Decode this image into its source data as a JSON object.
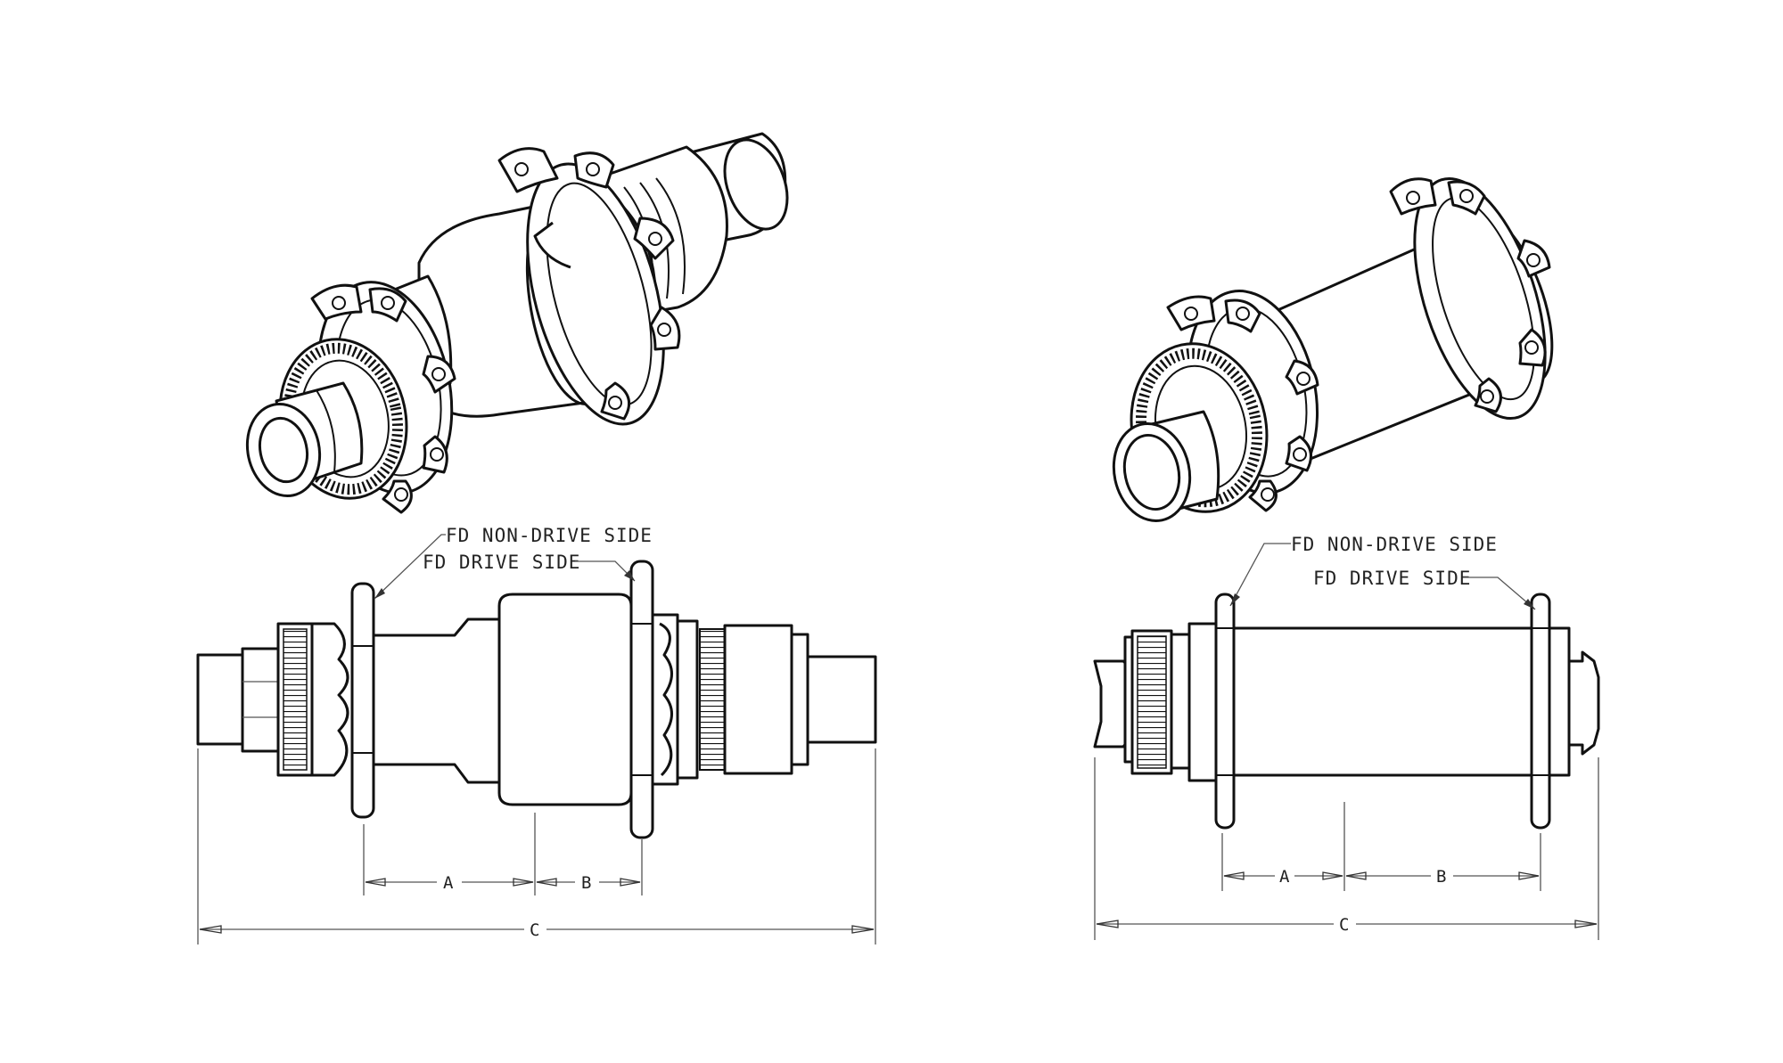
{
  "rear_hub": {
    "labels": {
      "non_drive": "FD NON-DRIVE SIDE",
      "drive": "FD DRIVE SIDE"
    },
    "dimensions": {
      "a": "A",
      "b": "B",
      "c": "C"
    }
  },
  "front_hub": {
    "labels": {
      "non_drive": "FD NON-DRIVE SIDE",
      "drive": "FD DRIVE SIDE"
    },
    "dimensions": {
      "a": "A",
      "b": "B",
      "c": "C"
    }
  }
}
